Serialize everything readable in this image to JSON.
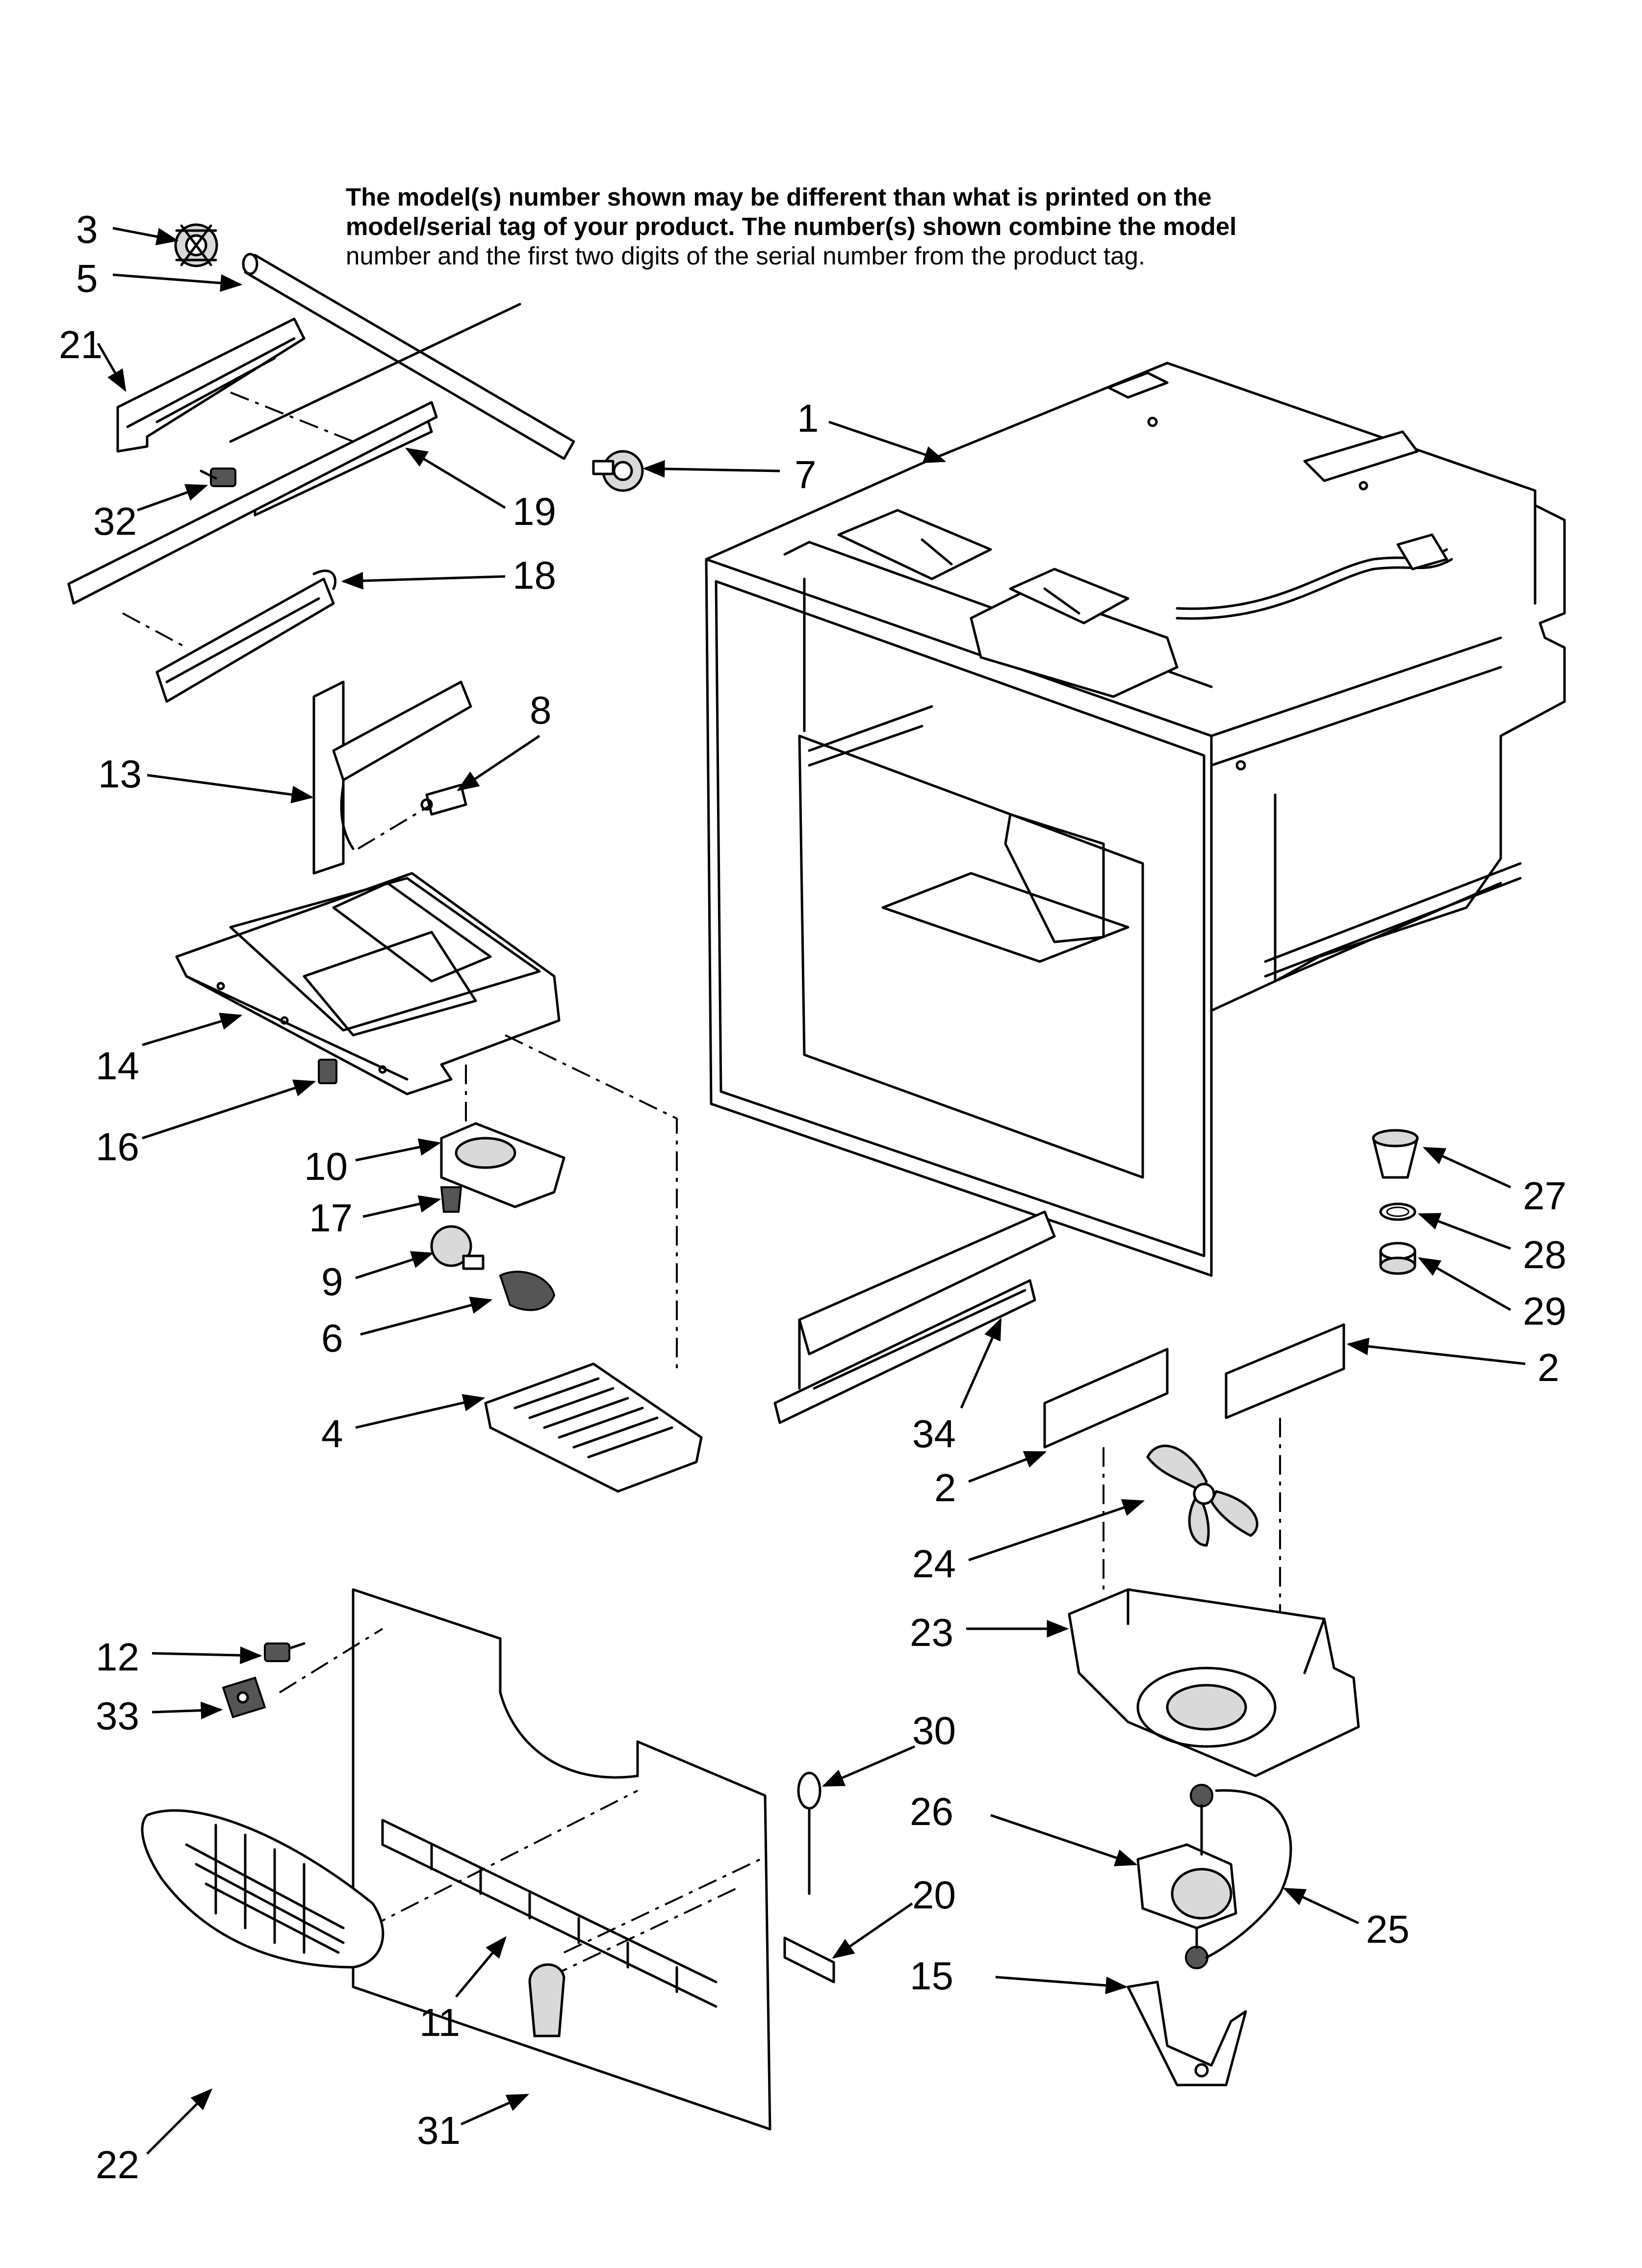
{
  "notice": {
    "line1": "The model(s) number shown may be different than what is printed on the",
    "line2": "model/serial tag of your product. The number(s) shown combine the model",
    "line3": "number and the first two digits of the serial number from the product tag."
  },
  "parts": [
    {
      "id": "p3",
      "label": "3"
    },
    {
      "id": "p5",
      "label": "5"
    },
    {
      "id": "p21",
      "label": "21"
    },
    {
      "id": "p32",
      "label": "32"
    },
    {
      "id": "p19",
      "label": "19"
    },
    {
      "id": "p18",
      "label": "18"
    },
    {
      "id": "p1",
      "label": "1"
    },
    {
      "id": "p7",
      "label": "7"
    },
    {
      "id": "p13",
      "label": "13"
    },
    {
      "id": "p8",
      "label": "8"
    },
    {
      "id": "p14",
      "label": "14"
    },
    {
      "id": "p16",
      "label": "16"
    },
    {
      "id": "p10",
      "label": "10"
    },
    {
      "id": "p17",
      "label": "17"
    },
    {
      "id": "p9",
      "label": "9"
    },
    {
      "id": "p6",
      "label": "6"
    },
    {
      "id": "p4",
      "label": "4"
    },
    {
      "id": "p27",
      "label": "27"
    },
    {
      "id": "p28",
      "label": "28"
    },
    {
      "id": "p29",
      "label": "29"
    },
    {
      "id": "p2a",
      "label": "2"
    },
    {
      "id": "p34",
      "label": "34"
    },
    {
      "id": "p2b",
      "label": "2"
    },
    {
      "id": "p24",
      "label": "24"
    },
    {
      "id": "p23",
      "label": "23"
    },
    {
      "id": "p12",
      "label": "12"
    },
    {
      "id": "p33",
      "label": "33"
    },
    {
      "id": "p30",
      "label": "30"
    },
    {
      "id": "p26",
      "label": "26"
    },
    {
      "id": "p20",
      "label": "20"
    },
    {
      "id": "p25",
      "label": "25"
    },
    {
      "id": "p15",
      "label": "15"
    },
    {
      "id": "p11",
      "label": "11"
    },
    {
      "id": "p22",
      "label": "22"
    },
    {
      "id": "p31",
      "label": "31"
    }
  ]
}
